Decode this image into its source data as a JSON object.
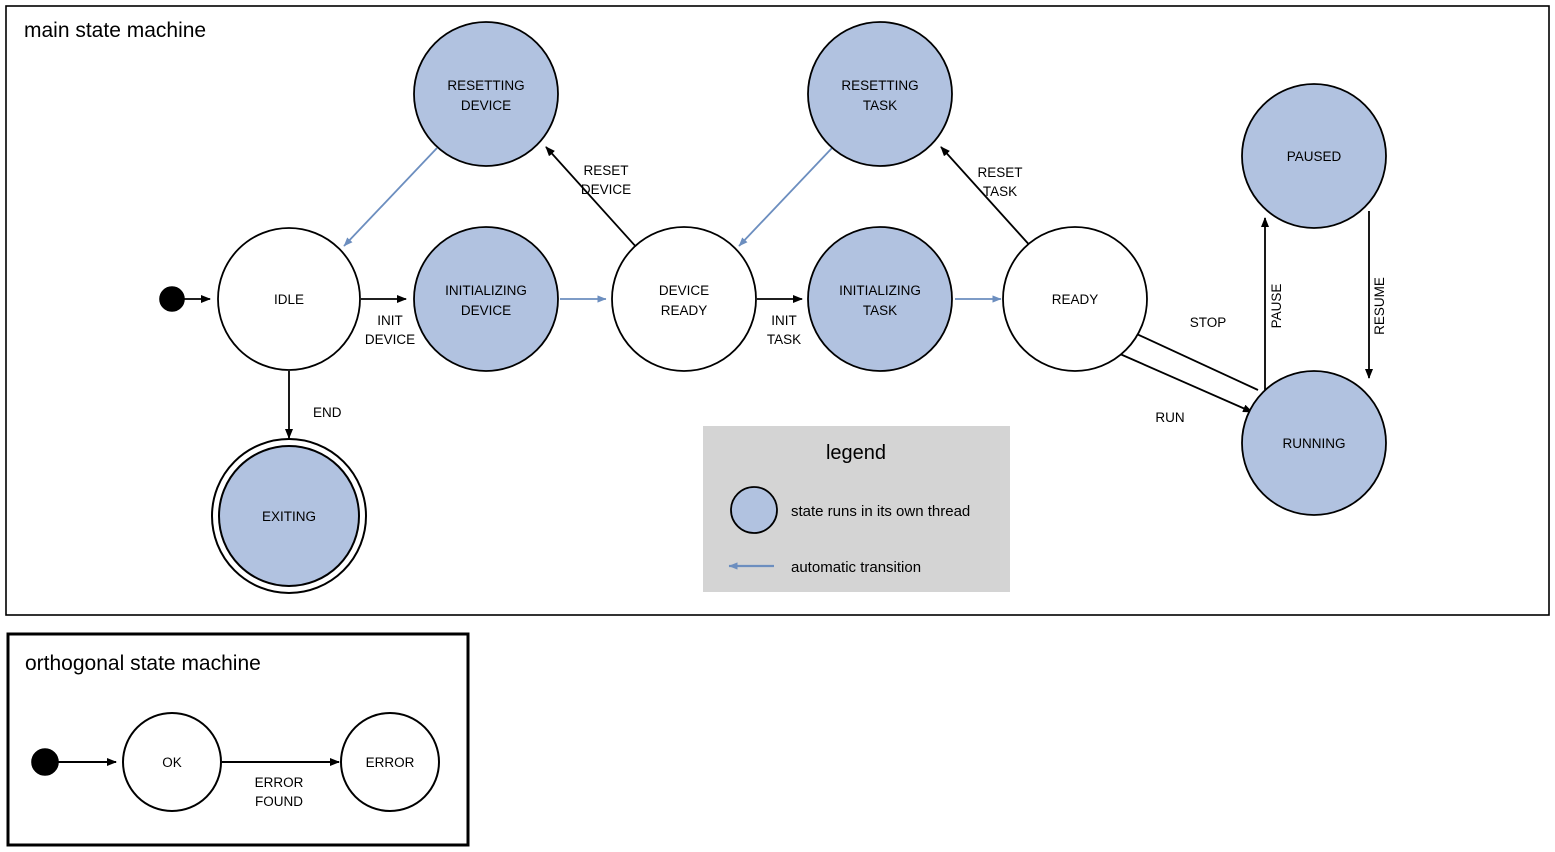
{
  "colors": {
    "thread_state_fill": "#b1c2e0",
    "plain_state_fill": "#ffffff",
    "stroke": "#000000",
    "auto_transition": "#6c8ebf",
    "legend_background": "#d4d4d4",
    "page_background": "#ffffff"
  },
  "main_frame": {
    "title": "main state machine"
  },
  "orthogonal_frame": {
    "title": "orthogonal state machine"
  },
  "states": {
    "idle": "IDLE",
    "initializing_device": "INITIALIZING\nDEVICE",
    "initializing_device_line1": "INITIALIZING",
    "initializing_device_line2": "DEVICE",
    "resetting_device_line1": "RESETTING",
    "resetting_device_line2": "DEVICE",
    "device_ready_line1": "DEVICE",
    "device_ready_line2": "READY",
    "initializing_task_line1": "INITIALIZING",
    "initializing_task_line2": "TASK",
    "resetting_task_line1": "RESETTING",
    "resetting_task_line2": "TASK",
    "ready": "READY",
    "paused": "PAUSED",
    "running": "RUNNING",
    "exiting": "EXITING",
    "ok": "OK",
    "error": "ERROR"
  },
  "transitions": {
    "init_device_line1": "INIT",
    "init_device_line2": "DEVICE",
    "reset_device_line1": "RESET",
    "reset_device_line2": "DEVICE",
    "init_task_line1": "INIT",
    "init_task_line2": "TASK",
    "reset_task_line1": "RESET",
    "reset_task_line2": "TASK",
    "end": "END",
    "run": "RUN",
    "stop": "STOP",
    "pause": "PAUSE",
    "resume": "RESUME",
    "error_found_line1": "ERROR",
    "error_found_line2": "FOUND"
  },
  "legend": {
    "title": "legend",
    "thread_item": "state runs in its own thread",
    "auto_item": "automatic transition"
  }
}
